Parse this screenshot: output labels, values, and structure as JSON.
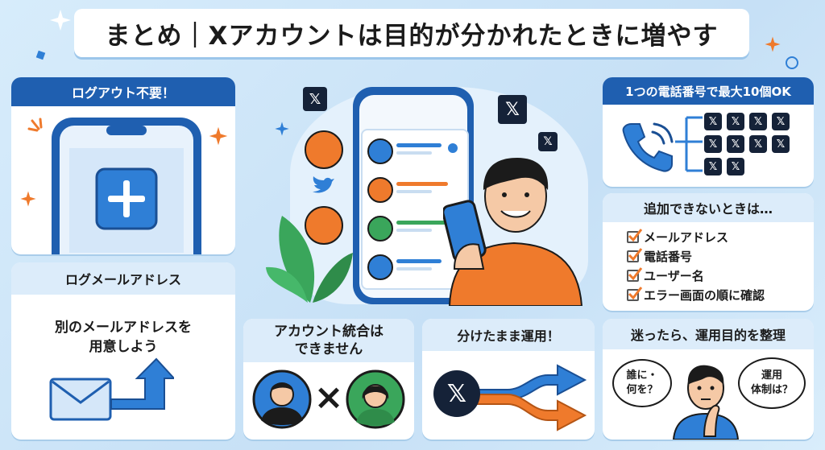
{
  "title": "まとめ｜Xアカウントは目的が分かれたときに増やす",
  "panels": {
    "logout": {
      "header": "ログアウト不要！"
    },
    "login_mail": {
      "header": "ログメールアドレス",
      "body_line1": "別のメールアドレスを",
      "body_line2": "用意しよう"
    },
    "merge": {
      "header_line1": "アカウント統合は",
      "header_line2": "できません",
      "times": "×"
    },
    "separate": {
      "header": "分けたまま運用！"
    },
    "phone_limit": {
      "header": "1つの電話番号で最大10個OK"
    },
    "cannot_add": {
      "header": "追加できないときは…",
      "items": [
        "メールアドレス",
        "電話番号",
        "ユーザー名",
        "エラー画面の順に確認"
      ]
    },
    "purpose": {
      "header": "迷ったら、運用目的を整理",
      "bubble_left_line1": "誰に・",
      "bubble_left_line2": "何を？",
      "bubble_right_line1": "運用",
      "bubble_right_line2": "体制は？"
    }
  },
  "icons": {
    "x_logo": "𝕏",
    "plus": "+"
  },
  "colors": {
    "blue": "#1f5fb0",
    "accent_blue": "#2f7fd6",
    "orange": "#ef7a2c",
    "green": "#3aa65b",
    "navy": "#152238"
  }
}
